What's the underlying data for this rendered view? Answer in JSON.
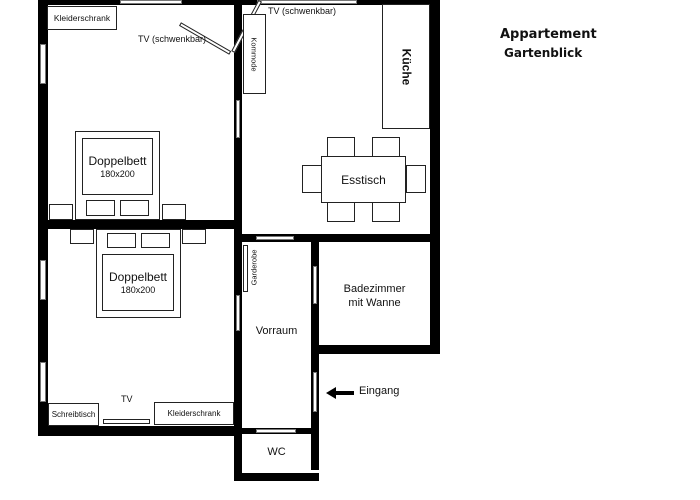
{
  "title": {
    "line1": "Appartement",
    "line2": "Gartenblick"
  },
  "rooms": {
    "bedroom_top": {
      "wardrobe": "Kleiderschrank",
      "tv": "TV (schwenkbar)",
      "bed": {
        "name": "Doppelbett",
        "size": "180x200"
      }
    },
    "living_kitchen": {
      "tv": "TV (schwenkbar)",
      "dresser": "Kommode",
      "kitchen": "Küche",
      "table": "Esstisch"
    },
    "bedroom_bottom": {
      "bed": {
        "name": "Doppelbett",
        "size": "180x200"
      },
      "desk": "Schreibtisch",
      "tv": "TV",
      "wardrobe": "Kleiderschrank"
    },
    "hall": {
      "name": "Vorraum",
      "coat_rack": "Garderobe"
    },
    "bathroom": {
      "line1": "Badezimmer",
      "line2": "mit Wanne"
    },
    "wc": {
      "name": "WC"
    },
    "entrance": {
      "label": "Eingang",
      "arrow": "arrow-left"
    }
  }
}
